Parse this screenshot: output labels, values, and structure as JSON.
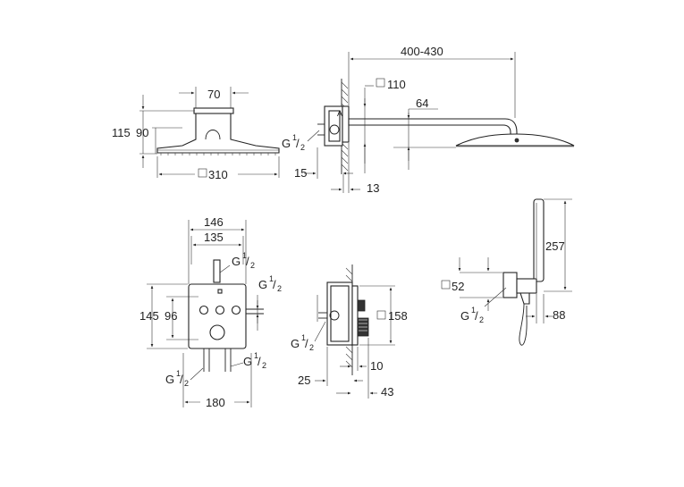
{
  "dimensions": {
    "head_width": "70",
    "head_height_total": "115",
    "head_height_body": "90",
    "head_diameter": "310",
    "arm_length": "400-430",
    "flange_size": "110",
    "arm_offset": "64",
    "wall_depth": "15",
    "wall_plate": "13",
    "box_outer_width": "146",
    "box_inner_width": "135",
    "box_outer_height": "145",
    "box_inner_height": "96",
    "box_bottom_width": "180",
    "side_plate": "158",
    "side_depth_a": "25",
    "side_depth_b": "10",
    "side_depth_c": "43",
    "hand_length": "257",
    "hand_plate": "52",
    "hand_offset": "88"
  },
  "thread": {
    "letter": "G",
    "fraction_num": "1",
    "fraction_den": "2"
  }
}
